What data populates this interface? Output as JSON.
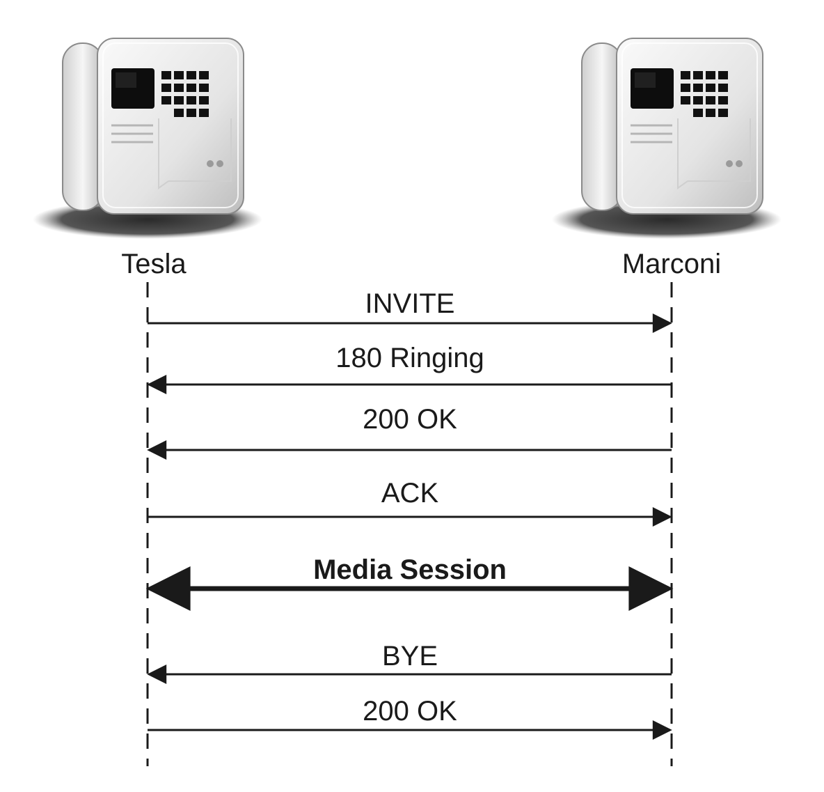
{
  "participants": [
    {
      "name": "Tesla",
      "icon": "desk-phone-icon"
    },
    {
      "name": "Marconi",
      "icon": "desk-phone-icon"
    }
  ],
  "messages": [
    {
      "label": "INVITE",
      "from": "Tesla",
      "to": "Marconi",
      "style": "normal"
    },
    {
      "label": "180 Ringing",
      "from": "Marconi",
      "to": "Tesla",
      "style": "normal"
    },
    {
      "label": "200 OK",
      "from": "Marconi",
      "to": "Tesla",
      "style": "normal"
    },
    {
      "label": "ACK",
      "from": "Tesla",
      "to": "Marconi",
      "style": "normal"
    },
    {
      "label": "Media Session",
      "from": "Tesla",
      "to": "Marconi",
      "style": "bidirectional-bold"
    },
    {
      "label": "BYE",
      "from": "Marconi",
      "to": "Tesla",
      "style": "normal"
    },
    {
      "label": "200 OK",
      "from": "Tesla",
      "to": "Marconi",
      "style": "normal"
    }
  ],
  "colors": {
    "line": "#1a1a1a",
    "phone_body": "#e6e6e6",
    "phone_shadow": "#3a3a3a",
    "keypad": "#111111"
  }
}
